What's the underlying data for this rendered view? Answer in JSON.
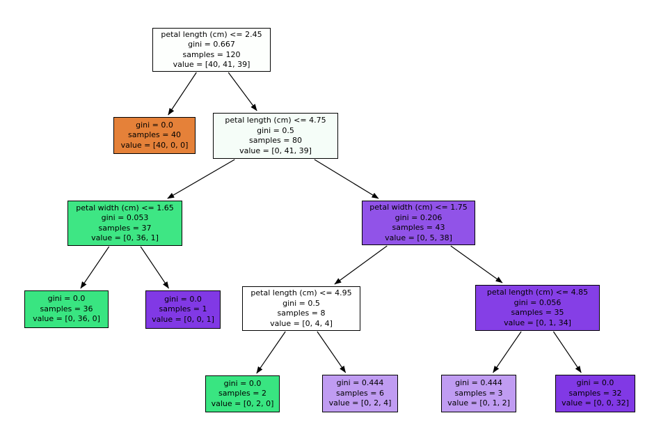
{
  "figure": {
    "background_color": "#ffffff",
    "edge_color": "#000000"
  },
  "tree": {
    "nodes": [
      {
        "id": "node-0",
        "fill": "#fdfffd",
        "lines": [
          "petal length (cm) <= 2.45",
          "gini = 0.667",
          "samples = 120",
          "value = [40, 41, 39]"
        ]
      },
      {
        "id": "node-1",
        "fill": "#e58139",
        "lines": [
          "gini = 0.0",
          "samples = 40",
          "value = [40, 0, 0]"
        ]
      },
      {
        "id": "node-2",
        "fill": "#f5fdf8",
        "lines": [
          "petal length (cm) <= 4.75",
          "gini = 0.5",
          "samples = 80",
          "value = [0, 41, 39]"
        ]
      },
      {
        "id": "node-3",
        "fill": "#3ee684",
        "lines": [
          "petal width (cm) <= 1.65",
          "gini = 0.053",
          "samples = 37",
          "value = [0, 36, 1]"
        ]
      },
      {
        "id": "node-4",
        "fill": "#9153e8",
        "lines": [
          "petal width (cm) <= 1.75",
          "gini = 0.206",
          "samples = 43",
          "value = [0, 5, 38]"
        ]
      },
      {
        "id": "node-5",
        "fill": "#39e581",
        "lines": [
          "gini = 0.0",
          "samples = 36",
          "value = [0, 36, 0]"
        ]
      },
      {
        "id": "node-6",
        "fill": "#8139e5",
        "lines": [
          "gini = 0.0",
          "samples = 1",
          "value = [0, 0, 1]"
        ]
      },
      {
        "id": "node-7",
        "fill": "#ffffff",
        "lines": [
          "petal length (cm) <= 4.95",
          "gini = 0.5",
          "samples = 8",
          "value = [0, 4, 4]"
        ]
      },
      {
        "id": "node-8",
        "fill": "#853fe6",
        "lines": [
          "petal length (cm) <= 4.85",
          "gini = 0.056",
          "samples = 35",
          "value = [0, 1, 34]"
        ]
      },
      {
        "id": "node-9",
        "fill": "#39e581",
        "lines": [
          "gini = 0.0",
          "samples = 2",
          "value = [0, 2, 0]"
        ]
      },
      {
        "id": "node-10",
        "fill": "#c09cf2",
        "lines": [
          "gini = 0.444",
          "samples = 6",
          "value = [0, 2, 4]"
        ]
      },
      {
        "id": "node-11",
        "fill": "#c09cf2",
        "lines": [
          "gini = 0.444",
          "samples = 3",
          "value = [0, 1, 2]"
        ]
      },
      {
        "id": "node-12",
        "fill": "#8139e5",
        "lines": [
          "gini = 0.0",
          "samples = 32",
          "value = [0, 0, 32]"
        ]
      }
    ],
    "edges": [
      {
        "from": "node-0",
        "to": "node-1"
      },
      {
        "from": "node-0",
        "to": "node-2"
      },
      {
        "from": "node-2",
        "to": "node-3"
      },
      {
        "from": "node-2",
        "to": "node-4"
      },
      {
        "from": "node-3",
        "to": "node-5"
      },
      {
        "from": "node-3",
        "to": "node-6"
      },
      {
        "from": "node-4",
        "to": "node-7"
      },
      {
        "from": "node-4",
        "to": "node-8"
      },
      {
        "from": "node-7",
        "to": "node-9"
      },
      {
        "from": "node-7",
        "to": "node-10"
      },
      {
        "from": "node-8",
        "to": "node-11"
      },
      {
        "from": "node-8",
        "to": "node-12"
      }
    ]
  }
}
